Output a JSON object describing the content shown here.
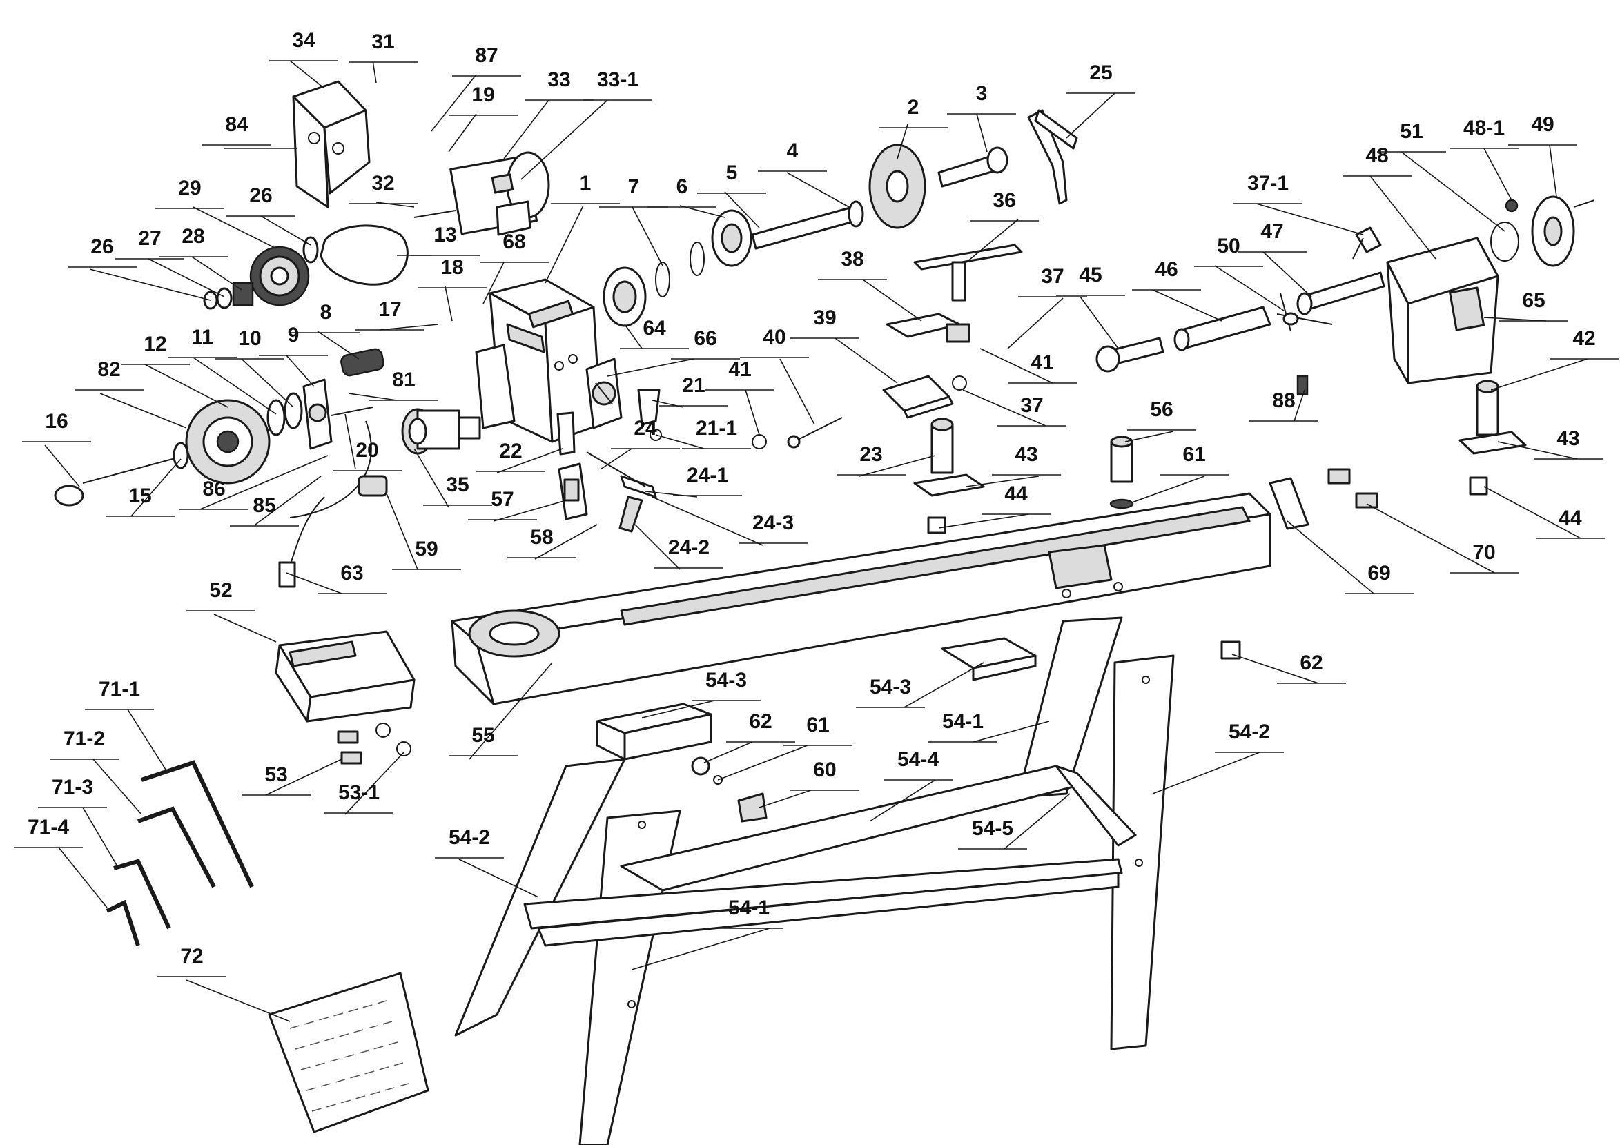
{
  "labels": [
    "34",
    "31",
    "87",
    "33",
    "33-1",
    "19",
    "84",
    "32",
    "29",
    "26",
    "13",
    "27",
    "28",
    "26",
    "18",
    "17",
    "68",
    "1",
    "7",
    "6",
    "5",
    "4",
    "2",
    "3",
    "25",
    "36",
    "37",
    "38",
    "41",
    "39",
    "37",
    "40",
    "41",
    "23",
    "43",
    "44",
    "56",
    "61",
    "45",
    "46",
    "50",
    "47",
    "48",
    "51",
    "48-1",
    "49",
    "37-1",
    "65",
    "42",
    "43",
    "44",
    "88",
    "8",
    "81",
    "12",
    "11",
    "10",
    "9",
    "82",
    "16",
    "15",
    "86",
    "85",
    "20",
    "35",
    "22",
    "64",
    "66",
    "21",
    "21-1",
    "24",
    "24-1",
    "24-3",
    "24-2",
    "57",
    "58",
    "59",
    "63",
    "52",
    "53",
    "53-1",
    "71-1",
    "71-2",
    "71-3",
    "71-4",
    "72",
    "55",
    "54-3",
    "62",
    "61",
    "60",
    "54-3",
    "54-1",
    "54-4",
    "54-2",
    "54-5",
    "54-2",
    "54-1",
    "62",
    "69",
    "70"
  ]
}
